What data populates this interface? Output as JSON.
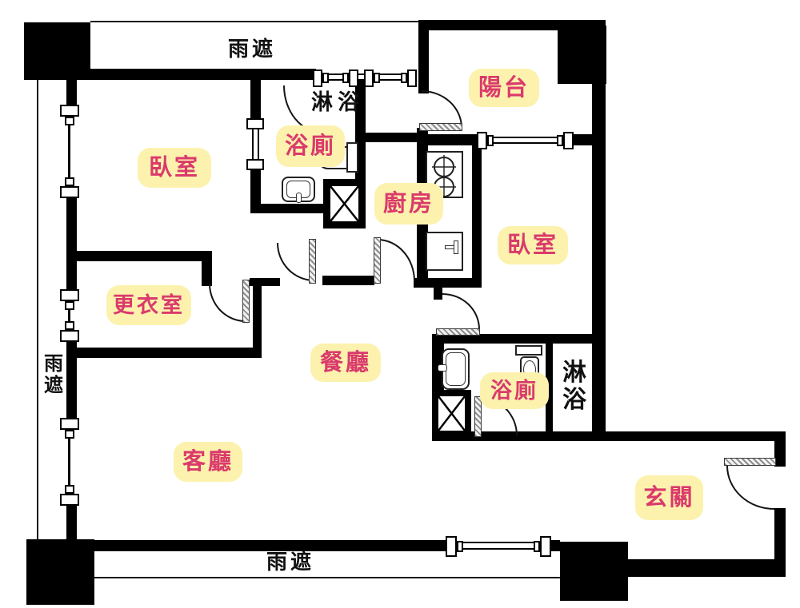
{
  "plan_title": "apartment floor plan",
  "rooms": {
    "bedroom1": {
      "label": "臥室"
    },
    "bathroom1": {
      "label": "浴廁"
    },
    "shower1": {
      "label": "淋浴"
    },
    "balcony": {
      "label": "陽台"
    },
    "kitchen": {
      "label": "廚房"
    },
    "bedroom2": {
      "label": "臥室"
    },
    "closet": {
      "label": "更衣室"
    },
    "dining": {
      "label": "餐廳"
    },
    "bathroom2": {
      "label": "浴廁"
    },
    "shower2": {
      "label": "淋浴"
    },
    "living": {
      "label": "客廳"
    },
    "entry": {
      "label": "玄關"
    }
  },
  "annotations": {
    "rain_top": "雨遮",
    "rain_left": "雨遮",
    "rain_bottom": "雨遮"
  },
  "colors": {
    "wall": "#000000",
    "label_text": "#da3a6c",
    "label_bg": "#fcf2ae",
    "annotation": "#111111"
  }
}
